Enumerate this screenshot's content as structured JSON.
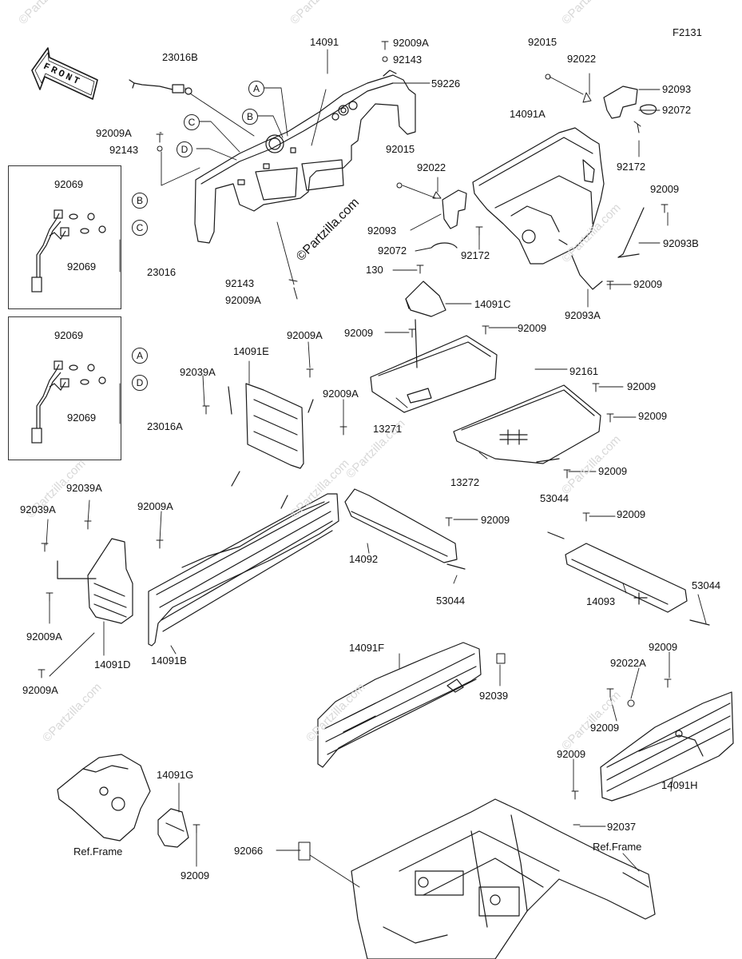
{
  "figure_code": "F2131",
  "direction_label": "FRONT",
  "watermark": "©Partzilla.com",
  "callouts": {
    "a": "A",
    "b": "B",
    "c": "C",
    "d": "D"
  },
  "labels": {
    "l23016B": "23016B",
    "l14091": "14091",
    "l92009A_top": "92009A",
    "l92143_top": "92143",
    "l59226": "59226",
    "l92009A_left": "92009A",
    "l92143_left": "92143",
    "l92069_1": "92069",
    "l92069_2": "92069",
    "l23016": "23016",
    "l92069_3": "92069",
    "l92069_4": "92069",
    "l23016A": "23016A",
    "l92143_mid": "92143",
    "l92009A_mid": "92009A",
    "l92015_a": "92015",
    "l92022_a": "92022",
    "l92093_a": "92093",
    "l92072_a": "92072",
    "l92172_a": "92172",
    "l14091A": "14091A",
    "l92015_b": "92015",
    "l92022_b": "92022",
    "l92093_b": "92093",
    "l92072_b": "92072",
    "l92172_b": "92172",
    "l92009_r1": "92009",
    "l92093B": "92093B",
    "l92009_r2": "92009",
    "l92093A": "92093A",
    "l130": "130",
    "l14091C": "14091C",
    "l92009_p1": "92009",
    "l92009_p2": "92009",
    "l92161": "92161",
    "l13271": "13271",
    "l92009_p3": "92009",
    "l92009_p4": "92009",
    "l13272": "13272",
    "l92009_p5": "92009",
    "l92009A_e": "92009A",
    "l14091E": "14091E",
    "l92039A_e": "92039A",
    "l92009A_e2": "92009A",
    "l92039A_1": "92039A",
    "l92039A_2": "92039A",
    "l92009A_b": "92009A",
    "l92009A_d": "92009A",
    "l14091D": "14091D",
    "l14091B": "14091B",
    "l92009A_d2": "92009A",
    "l92009_k": "92009",
    "l14092": "14092",
    "l53044_1": "53044",
    "l53044_2": "53044",
    "l92009_m": "92009",
    "l14093": "14093",
    "l53044_3": "53044",
    "l14091F": "14091F",
    "l92039": "92039",
    "l92009_h1": "92009",
    "l92022A": "92022A",
    "l92009_h2": "92009",
    "l92009_h3": "92009",
    "l14091H": "14091H",
    "l14091G": "14091G",
    "ref_frame_1": "Ref.Frame",
    "l92009_g": "92009",
    "l92037": "92037",
    "ref_frame_2": "Ref.Frame",
    "l92066": "92066"
  }
}
